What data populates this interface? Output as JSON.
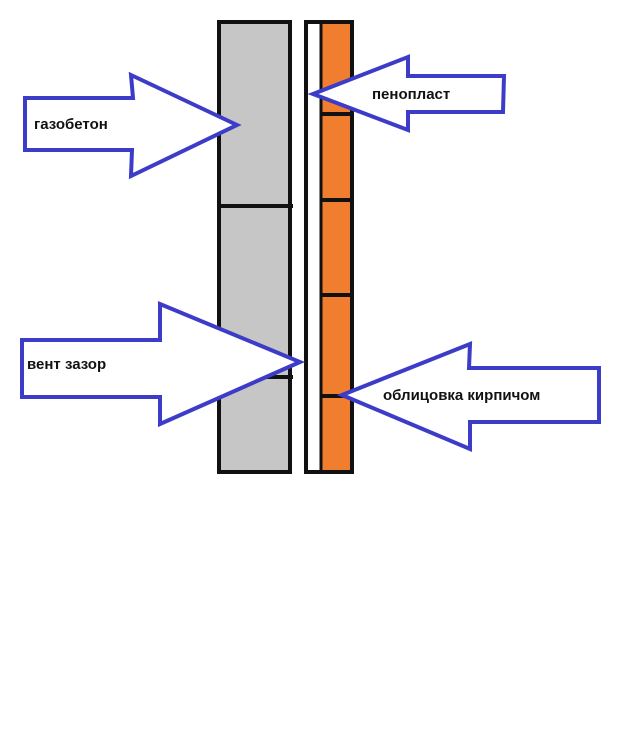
{
  "labels": {
    "aerated_concrete": "газобетон",
    "foam": "пенопласт",
    "vent_gap": "вент зазор",
    "brick_facing": "облицовка кирпичом"
  },
  "colors": {
    "concrete": "#c6c6c6",
    "brick": "#f07e2e",
    "arrow_outline": "#3c3cc8",
    "wall_outline": "#111111"
  }
}
